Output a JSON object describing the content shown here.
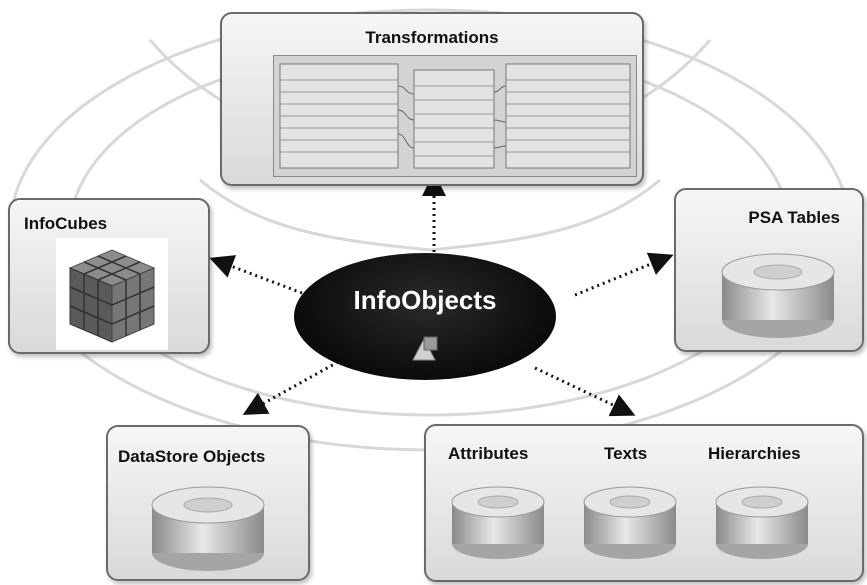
{
  "hub": {
    "label": "InfoObjects"
  },
  "boxes": {
    "transformations": {
      "title": "Transformations"
    },
    "infocubes": {
      "title": "InfoCubes"
    },
    "psa_tables": {
      "title": "PSA Tables"
    },
    "datastore": {
      "title": "DataStore Objects"
    },
    "master_data": {
      "attributes": "Attributes",
      "texts": "Texts",
      "hierarchies": "Hierarchies"
    }
  },
  "colors": {
    "hub": "#0b0b0b",
    "box_border": "#6a6a6a",
    "arrow": "#111111"
  }
}
